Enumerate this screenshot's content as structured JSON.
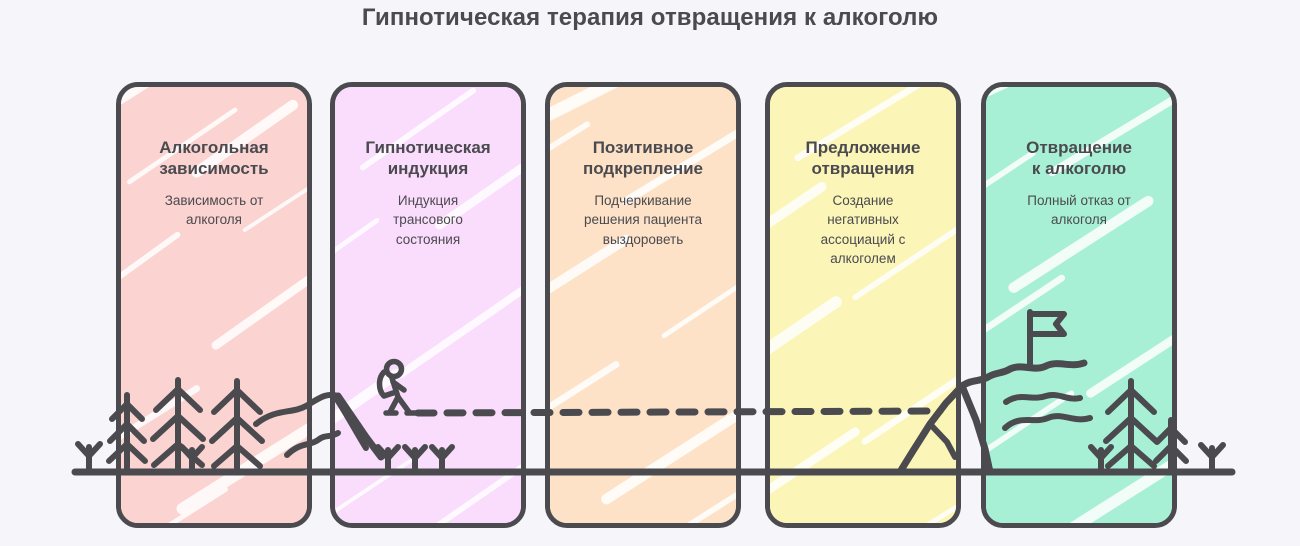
{
  "page": {
    "title": "Гипнотическая терапия отвращения к алкоголю",
    "background_color": "#f5f5fa",
    "ink_color": "#4a4a4f"
  },
  "cards": [
    {
      "title": "Алкогольная\nзависимость",
      "subtitle": "Зависимость от\nалкоголя",
      "color": "#fbd3d0",
      "name": "stage-card-alcohol-dependence"
    },
    {
      "title": "Гипнотическая\nиндукция",
      "subtitle": "Индукция\nтрансового\nсостояния",
      "color": "#fadcfd",
      "name": "stage-card-hypnotic-induction"
    },
    {
      "title": "Позитивное\nподкрепление",
      "subtitle": "Подчеркивание\nрешения пациента\nвыздороветь",
      "color": "#fde2c8",
      "name": "stage-card-positive-reinforcement"
    },
    {
      "title": "Предложение\nотвращения",
      "subtitle": "Создание\nнегативных\nассоциаций с\nалкоголем",
      "color": "#fcf5b8",
      "name": "stage-card-aversion-suggestion"
    },
    {
      "title": "Отвращение\nк алкоголю",
      "subtitle": "Полный отказ от\nалкоголя",
      "color": "#a8f0d5",
      "name": "stage-card-alcohol-aversion"
    }
  ],
  "illustration": {
    "elements": [
      "ground-line",
      "pine-trees-left",
      "sprout-shrubs",
      "hill-outline-left",
      "hiker-figure",
      "dashed-trail",
      "mountain-peak",
      "summit-flag",
      "pine-trees-right"
    ]
  }
}
